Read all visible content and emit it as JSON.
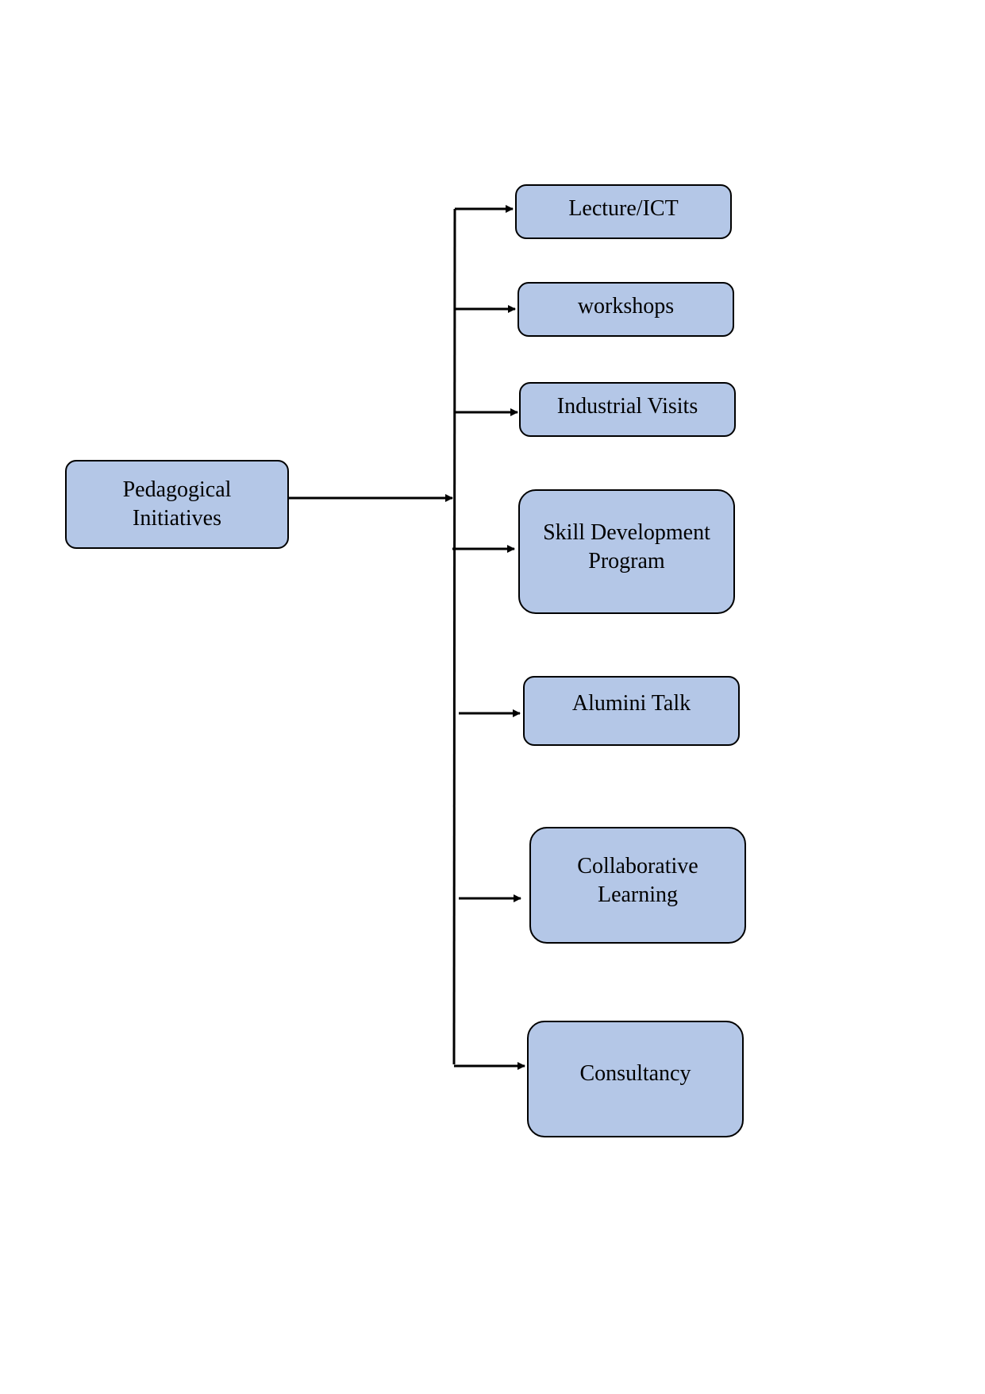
{
  "diagram": {
    "colors": {
      "node_fill": "#b4c7e7",
      "border": "#000000",
      "connector": "#000000"
    },
    "root": {
      "label": "Pedagogical Initiatives"
    },
    "children": [
      {
        "label": "Lecture/ICT"
      },
      {
        "label": "workshops"
      },
      {
        "label": "Industrial Visits"
      },
      {
        "label": "Skill Development Program"
      },
      {
        "label": "Alumini Talk"
      },
      {
        "label": "Collaborative Learning"
      },
      {
        "label": "Consultancy"
      }
    ]
  }
}
